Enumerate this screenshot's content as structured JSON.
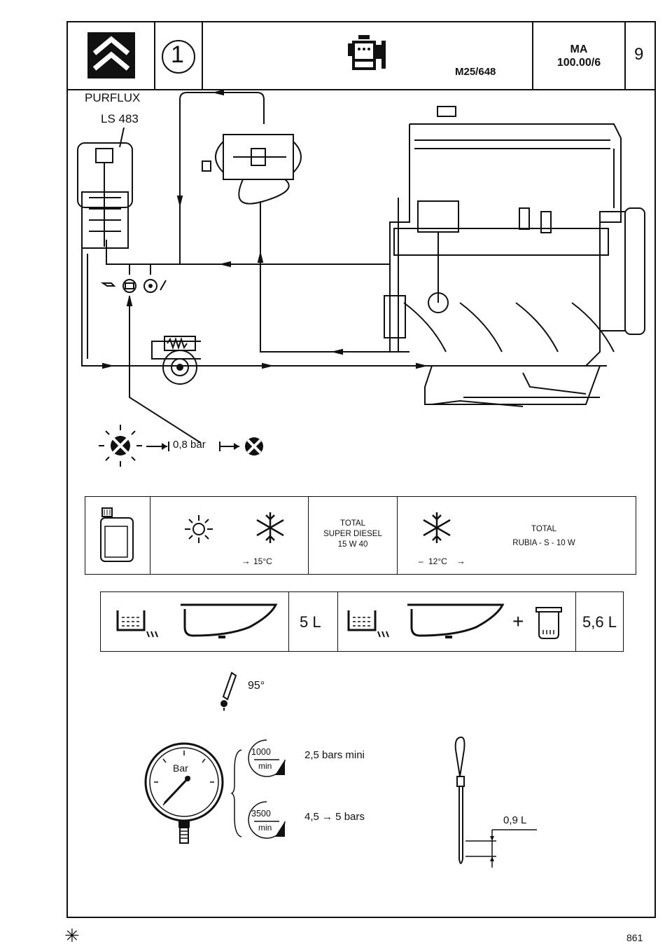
{
  "header": {
    "badge_number": "1",
    "engine_code": "M25/648",
    "doc_ref_line1": "MA",
    "doc_ref_line2": "100.00/6",
    "page_number": "9"
  },
  "diagram": {
    "filter_brand": "PURFLUX",
    "filter_model": "LS 483",
    "warning_pressure": "0,8 bar"
  },
  "oil_spec": {
    "temp_summer": "15°C",
    "temp_winter": "12°C",
    "oil_summer": [
      "TOTAL",
      "SUPER DIESEL",
      "15 W 40"
    ],
    "oil_winter": [
      "TOTAL",
      "RUBIA - S - 10 W"
    ]
  },
  "capacity": {
    "without_filter": "5 L",
    "with_filter": "5,6 L"
  },
  "operating_temp": "95°",
  "pressure": {
    "gauge_label": "Bar",
    "low_rpm": "1000",
    "high_rpm": "3500",
    "rpm_unit": "min",
    "low_value": "2,5 bars mini",
    "high_value": "4,5 → 5 bars"
  },
  "dipstick_volume": "0,9 L",
  "footer": {
    "mark": "✳",
    "code": "861"
  },
  "colors": {
    "ink": "#111111",
    "paper": "#ffffff"
  }
}
